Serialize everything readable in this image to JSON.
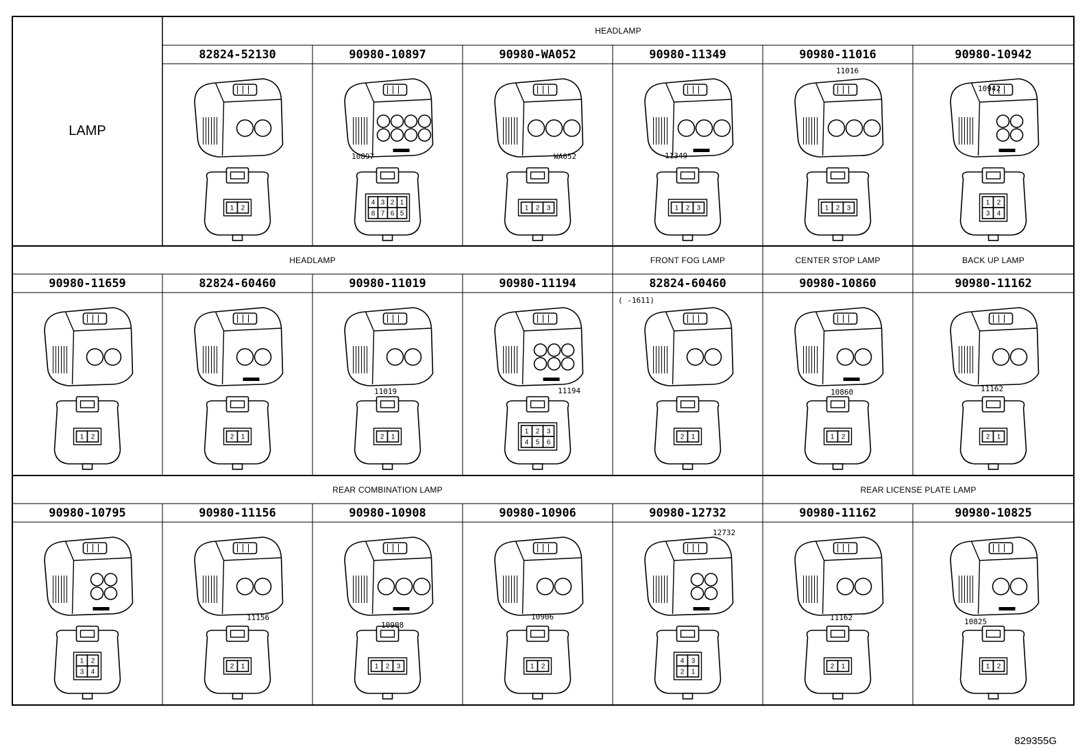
{
  "row_header": "LAMP",
  "footer_code": "829355G",
  "sections": [
    {
      "id": "s1",
      "label": "HEADLAMP"
    },
    {
      "id": "s2",
      "label": "HEADLAMP"
    },
    {
      "id": "s3",
      "label": "FRONT FOG LAMP"
    },
    {
      "id": "s4",
      "label": "CENTER STOP LAMP"
    },
    {
      "id": "s5",
      "label": "BACK UP LAMP"
    },
    {
      "id": "s6",
      "label": "REAR COMBINATION LAMP"
    },
    {
      "id": "s7",
      "label": "REAR LICENSE PLATE LAMP"
    }
  ],
  "rows": [
    {
      "parts": [
        {
          "part_number": "82824-52130",
          "ref_tag": "",
          "pins": [
            "1",
            "2"
          ]
        },
        {
          "part_number": "90980-10897",
          "ref_tag": "10897",
          "pins": [
            "4",
            "3",
            "2",
            "1",
            "8",
            "7",
            "6",
            "5"
          ]
        },
        {
          "part_number": "90980-WA052",
          "ref_tag": "WA052",
          "pins": [
            "1",
            "2",
            "3"
          ]
        },
        {
          "part_number": "90980-11349",
          "ref_tag": "11349",
          "pins": [
            "1",
            "2",
            "3"
          ]
        },
        {
          "part_number": "90980-11016",
          "ref_tag": "11016",
          "pins": [
            "1",
            "2",
            "3"
          ]
        },
        {
          "part_number": "90980-10942",
          "ref_tag": "10942",
          "pins": [
            "1",
            "2",
            "3",
            "4"
          ]
        }
      ]
    },
    {
      "parts": [
        {
          "part_number": "90980-11659",
          "ref_tag": "",
          "pins": [
            "1",
            "2"
          ]
        },
        {
          "part_number": "82824-60460",
          "ref_tag": "",
          "pins": [
            "2",
            "1"
          ]
        },
        {
          "part_number": "90980-11019",
          "ref_tag": "11019",
          "pins": [
            "2",
            "1"
          ]
        },
        {
          "part_number": "90980-11194",
          "ref_tag": "11194",
          "pins": [
            "1",
            "2",
            "3",
            "4",
            "5",
            "6"
          ]
        },
        {
          "part_number": "82824-60460",
          "ref_tag": "(      -1611)",
          "pins": [
            "2",
            "1"
          ]
        },
        {
          "part_number": "90980-10860",
          "ref_tag": "10860",
          "pins": [
            "1",
            "2"
          ]
        },
        {
          "part_number": "90980-11162",
          "ref_tag": "11162",
          "pins": [
            "2",
            "1"
          ]
        }
      ]
    },
    {
      "parts": [
        {
          "part_number": "90980-10795",
          "ref_tag": "",
          "pins": [
            "1",
            "2",
            "3",
            "4"
          ]
        },
        {
          "part_number": "90980-11156",
          "ref_tag": "11156",
          "pins": [
            "2",
            "1"
          ]
        },
        {
          "part_number": "90980-10908",
          "ref_tag": "10908",
          "pins": [
            "1",
            "2",
            "3"
          ]
        },
        {
          "part_number": "90980-10906",
          "ref_tag": "10906",
          "pins": [
            "1",
            "2"
          ]
        },
        {
          "part_number": "90980-12732",
          "ref_tag": "12732",
          "pins": [
            "4",
            "3",
            "2",
            "1"
          ]
        },
        {
          "part_number": "90980-11162",
          "ref_tag": "11162",
          "pins": [
            "2",
            "1"
          ]
        },
        {
          "part_number": "90980-10825",
          "ref_tag": "10825",
          "pins": [
            "1",
            "2"
          ]
        }
      ]
    }
  ]
}
